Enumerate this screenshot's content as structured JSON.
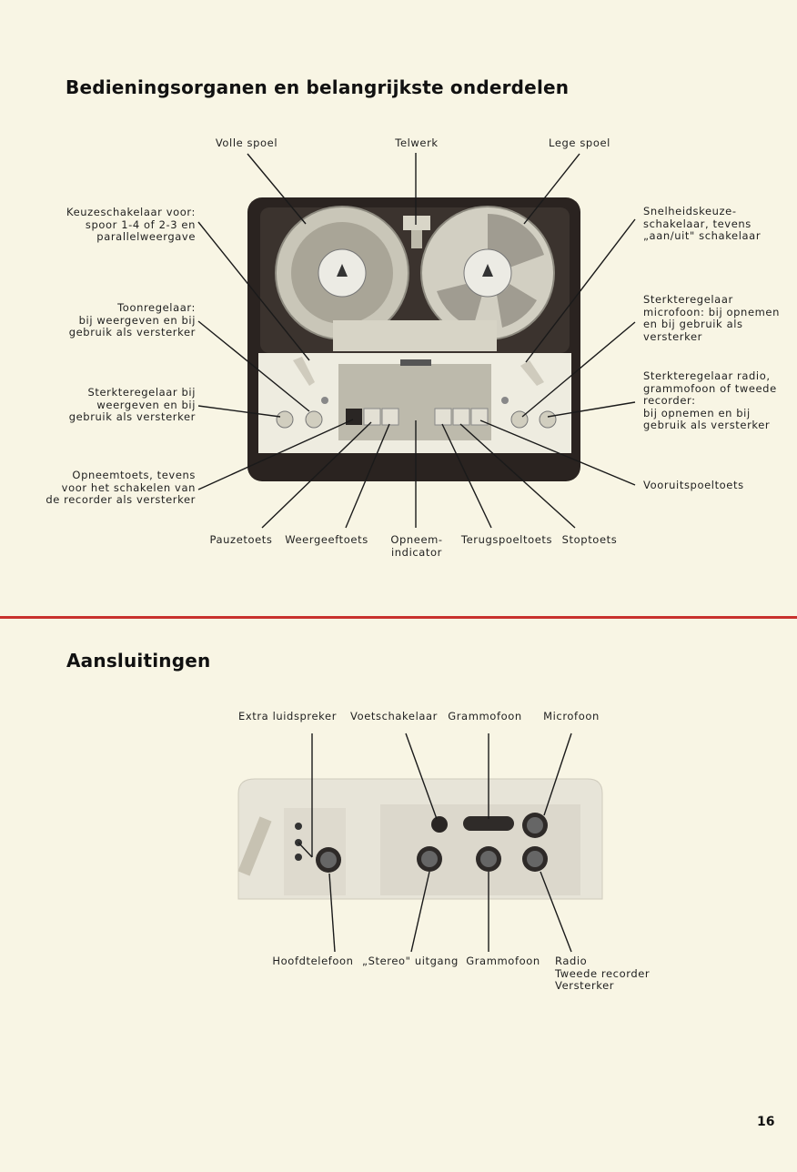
{
  "section1": {
    "title": "Bedieningsorganen en belangrijkste onderdelen",
    "labels": {
      "volle_spoel": "Volle spoel",
      "telwerk": "Telwerk",
      "lege_spoel": "Lege spoel",
      "keuzeschakelaar": "Keuzeschakelaar voor:\nspoor 1-4 of 2-3 en\nparallelweergave",
      "toonregelaar": "Toonregelaar:\nbij weergeven en bij\ngebruik als versterker",
      "sterkteregelaar_weergeven": "Sterkteregelaar bij\nweergeven en bij\ngebruik als versterker",
      "opneemtoets": "Opneemtoets, tevens\nvoor het schakelen van\nde recorder als versterker",
      "snelheidskeuze": "Snelheidskeuze-\nschakelaar, tevens\n„aan/uit\" schakelaar",
      "sterkteregelaar_microfoon": "Sterkteregelaar\nmicrofoon: bij opnemen\nen bij gebruik als\nversterker",
      "sterkteregelaar_radio": "Sterkteregelaar radio,\ngrammofoon of tweede\nrecorder:\nbij opnemen en bij\ngebruik als versterker",
      "vooruitspoeltoets": "Vooruitspoeltoets",
      "pauzetoets": "Pauzetoets",
      "weergeeftoets": "Weergeeftoets",
      "opneemindicator": "Opneem-\nindicator",
      "terugspoeltoets": "Terugspoeltoets",
      "stoptoets": "Stoptoets"
    }
  },
  "section2": {
    "title": "Aansluitingen",
    "labels": {
      "extra_luidspreker": "Extra luidspreker",
      "voetschakelaar": "Voetschakelaar",
      "grammofoon_top": "Grammofoon",
      "microfoon": "Microfoon",
      "hoofdtelefoon": "Hoofdtelefoon",
      "stereo_uitgang": "„Stereo\" uitgang",
      "grammofoon_bottom": "Grammofoon",
      "radio": "Radio\nTweede recorder\nVersterker"
    }
  },
  "page_number": "16",
  "colors": {
    "background": "#f8f5e4",
    "rule": "#c8312d"
  }
}
